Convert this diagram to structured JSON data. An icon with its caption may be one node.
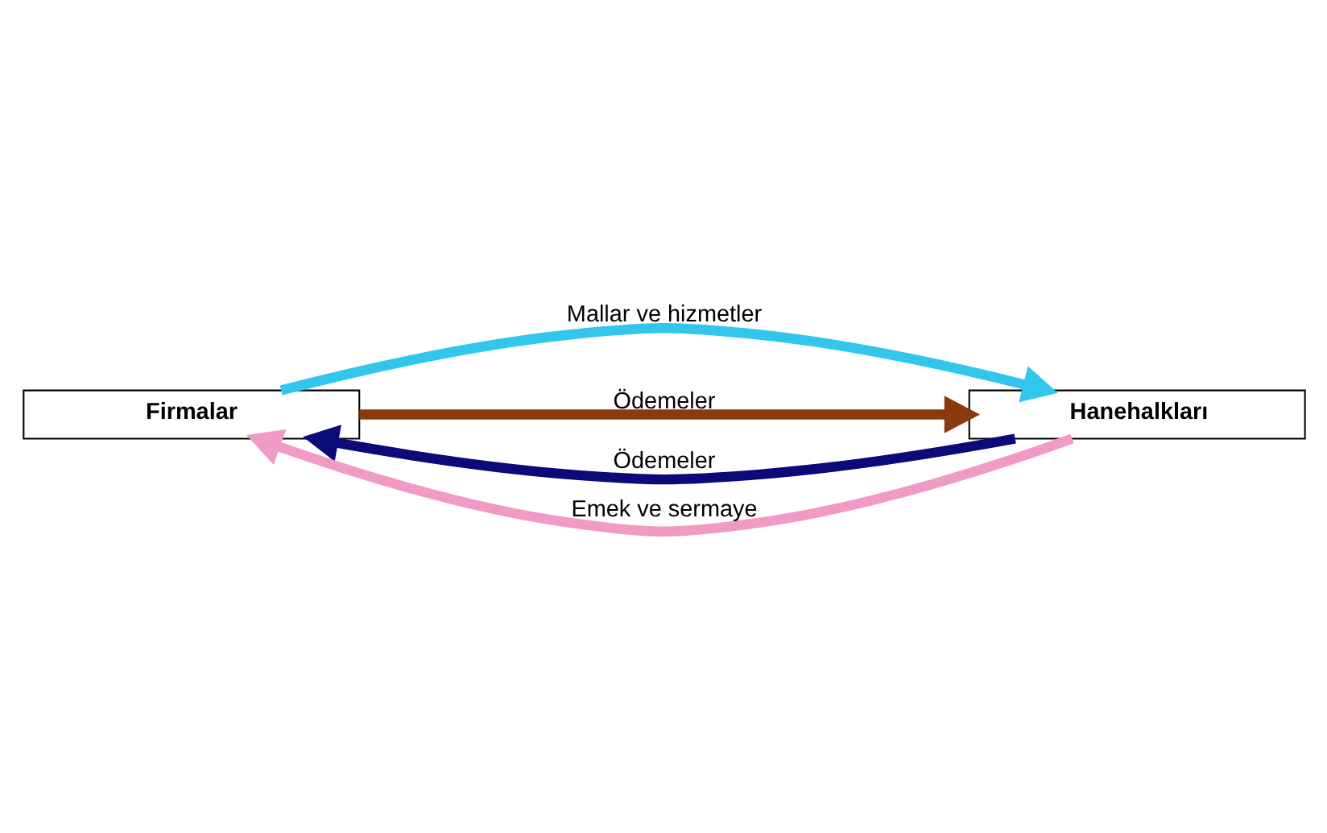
{
  "diagram": {
    "nodes": [
      {
        "text": [
          "Firmalar"
        ]
      },
      {
        "text": [
          "Hanehalkları"
        ]
      }
    ],
    "edges": [
      {
        "from": 0,
        "to": 1,
        "arrow": "to",
        "label": "Mallar ve hizmetler",
        "color": "#33c6ec"
      },
      {
        "from": 1,
        "to": 0,
        "arrow": "to",
        "label": "Ödemeler",
        "color": "#0a0a78"
      },
      {
        "from": 0,
        "to": 1,
        "arrow": "to",
        "label": "Ödemeler",
        "color": "#8b3a10"
      },
      {
        "from": 1,
        "to": 0,
        "arrow": "to",
        "label": "Emek ve sermaye",
        "color": "#f09ac4"
      }
    ]
  }
}
